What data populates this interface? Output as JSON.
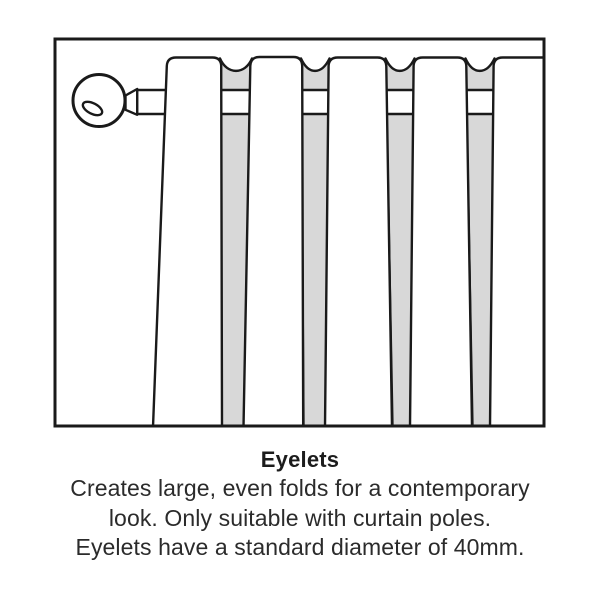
{
  "illustration": {
    "name": "eyelet-curtain-diagram",
    "colors": {
      "outline": "#1a1a1a",
      "back_fold_shade": "#d8d8d8",
      "background": "#ffffff"
    },
    "fold_count": 5
  },
  "caption": {
    "title": "Eyelets",
    "lines": [
      "Creates large, even folds for a contemporary",
      "look. Only suitable with curtain poles.",
      "Eyelets have a standard diameter of 40mm."
    ]
  }
}
